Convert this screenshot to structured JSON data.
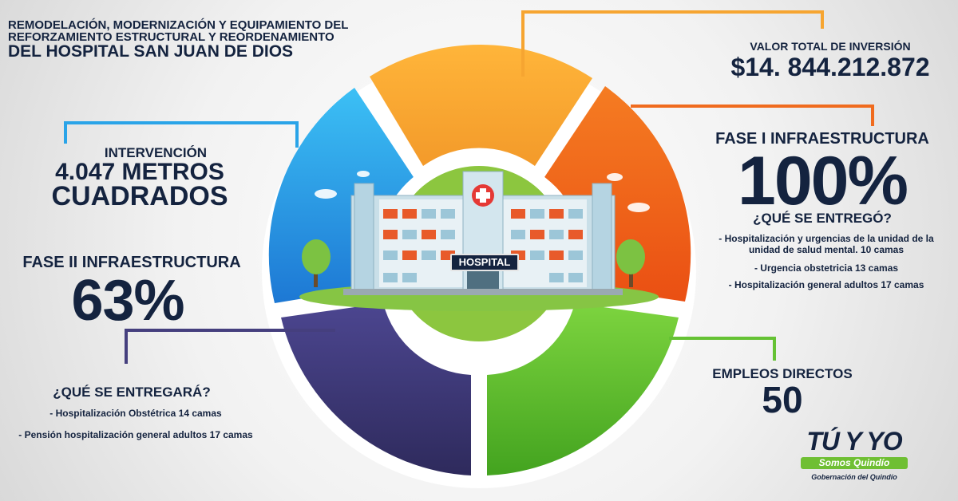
{
  "title": {
    "line1": "Remodelación, modernización y equipamiento del",
    "line2": "reforzamiento estructural y reordenamiento",
    "line3": "del Hospital San Juan de Dios"
  },
  "investment": {
    "label": "VALOR TOTAL DE INVERSIÓN",
    "value": "$14. 844.212.872"
  },
  "phase1": {
    "title": "FASE I INFRAESTRUCTURA",
    "percent": "100%",
    "question": "¿QUÉ SE ENTREGÓ?",
    "items": [
      "- Hospitalización y urgencias de la unidad de la unidad de salud mental. 10 camas",
      "- Urgencia obstetricia  13 camas",
      "- Hospitalización general adultos 17 camas"
    ]
  },
  "intervention": {
    "label": "INTERVENCIÓN",
    "line1": "4.047 METROS",
    "line2": "CUADRADOS"
  },
  "phase2": {
    "title": "FASE II INFRAESTRUCTURA",
    "percent": "63%",
    "question": "¿QUÉ SE ENTREGARÁ?",
    "items": [
      "- Hospitalización Obstétrica 14 camas",
      "- Pensión hospitalización general adultos 17 camas"
    ]
  },
  "employment": {
    "label": "EMPLEOS DIRECTOS",
    "value": "50"
  },
  "hospital_sign": "HOSPITAL",
  "logo": {
    "main": "TÚ Y YO",
    "sub": "Somos Quindío",
    "gov": "Gobernación del Quindío"
  },
  "colors": {
    "orange_light": "#f6a531",
    "orange_dark": "#f06b1e",
    "blue": "#2aa4e8",
    "purple": "#453f7e",
    "green": "#65c234",
    "navy": "#14233f"
  }
}
